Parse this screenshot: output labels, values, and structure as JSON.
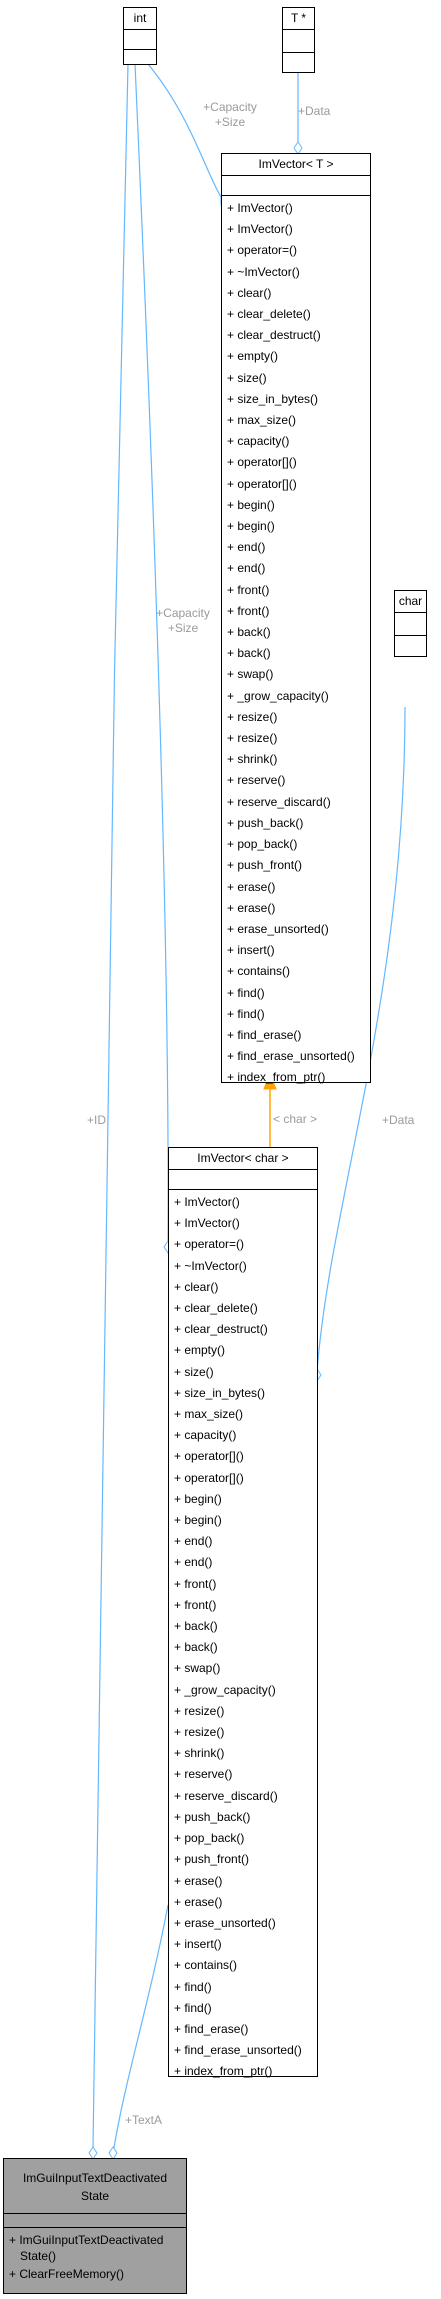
{
  "diagram": {
    "classes": {
      "int": {
        "name": "int"
      },
      "tptr": {
        "name": "T *"
      },
      "char": {
        "name": "char"
      },
      "imvector_t": {
        "name": "ImVector< T >",
        "methods": [
          "+ ImVector()",
          "+ ImVector()",
          "+ operator=()",
          "+ ~ImVector()",
          "+ clear()",
          "+ clear_delete()",
          "+ clear_destruct()",
          "+ empty()",
          "+ size()",
          "+ size_in_bytes()",
          "+ max_size()",
          "+ capacity()",
          "+ operator[]()",
          "+ operator[]()",
          "+ begin()",
          "+ begin()",
          "+ end()",
          "+ end()",
          "+ front()",
          "+ front()",
          "+ back()",
          "+ back()",
          "+ swap()",
          "+ _grow_capacity()",
          "+ resize()",
          "+ resize()",
          "+ shrink()",
          "+ reserve()",
          "+ reserve_discard()",
          "+ push_back()",
          "+ pop_back()",
          "+ push_front()",
          "+ erase()",
          "+ erase()",
          "+ erase_unsorted()",
          "+ insert()",
          "+ contains()",
          "+ find()",
          "+ find()",
          "+ find_erase()",
          "+ find_erase_unsorted()",
          "+ index_from_ptr()"
        ]
      },
      "imvector_char": {
        "name": "ImVector< char >",
        "methods": [
          "+ ImVector()",
          "+ ImVector()",
          "+ operator=()",
          "+ ~ImVector()",
          "+ clear()",
          "+ clear_delete()",
          "+ clear_destruct()",
          "+ empty()",
          "+ size()",
          "+ size_in_bytes()",
          "+ max_size()",
          "+ capacity()",
          "+ operator[]()",
          "+ operator[]()",
          "+ begin()",
          "+ begin()",
          "+ end()",
          "+ end()",
          "+ front()",
          "+ front()",
          "+ back()",
          "+ back()",
          "+ swap()",
          "+ _grow_capacity()",
          "+ resize()",
          "+ resize()",
          "+ shrink()",
          "+ reserve()",
          "+ reserve_discard()",
          "+ push_back()",
          "+ pop_back()",
          "+ push_front()",
          "+ erase()",
          "+ erase()",
          "+ erase_unsorted()",
          "+ insert()",
          "+ contains()",
          "+ find()",
          "+ find()",
          "+ find_erase()",
          "+ find_erase_unsorted()",
          "+ index_from_ptr()"
        ]
      },
      "state": {
        "name_line1": "ImGuiInputTextDeactivated",
        "name_line2": "State",
        "methods": [
          {
            "line1": "+ ImGuiInputTextDeactivated",
            "line2": "State()"
          },
          {
            "line1": "+ ClearFreeMemory()",
            "line2": ""
          }
        ]
      }
    },
    "edge_labels": {
      "capacity_size_top_1": "+Capacity",
      "capacity_size_top_2": "+Size",
      "data_top": "+Data",
      "capacity_size_mid_1": "+Capacity",
      "capacity_size_mid_2": "+Size",
      "template_arg": "< char >",
      "data_right": "+Data",
      "id": "+ID",
      "text_a": "+TextA"
    },
    "colors": {
      "association": "#63b8ff",
      "inheritance": "#ffa500",
      "box_border": "#000000",
      "highlight_fill": "#a0a0a0",
      "label_text": "#9a9a9a"
    }
  }
}
